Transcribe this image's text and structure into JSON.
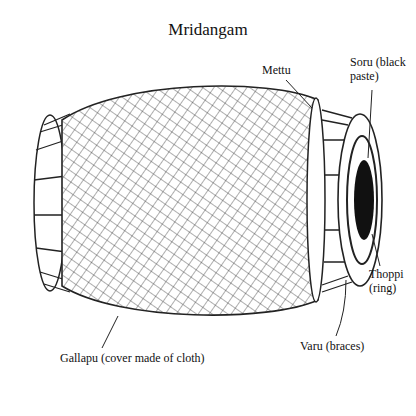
{
  "diagram": {
    "title": "Mridangam",
    "labels": [
      "Mettu",
      "Soru (black paste)",
      "Thoppi (ring)",
      "Varu (braces)",
      "Gallapu (cover made of cloth)"
    ]
  }
}
